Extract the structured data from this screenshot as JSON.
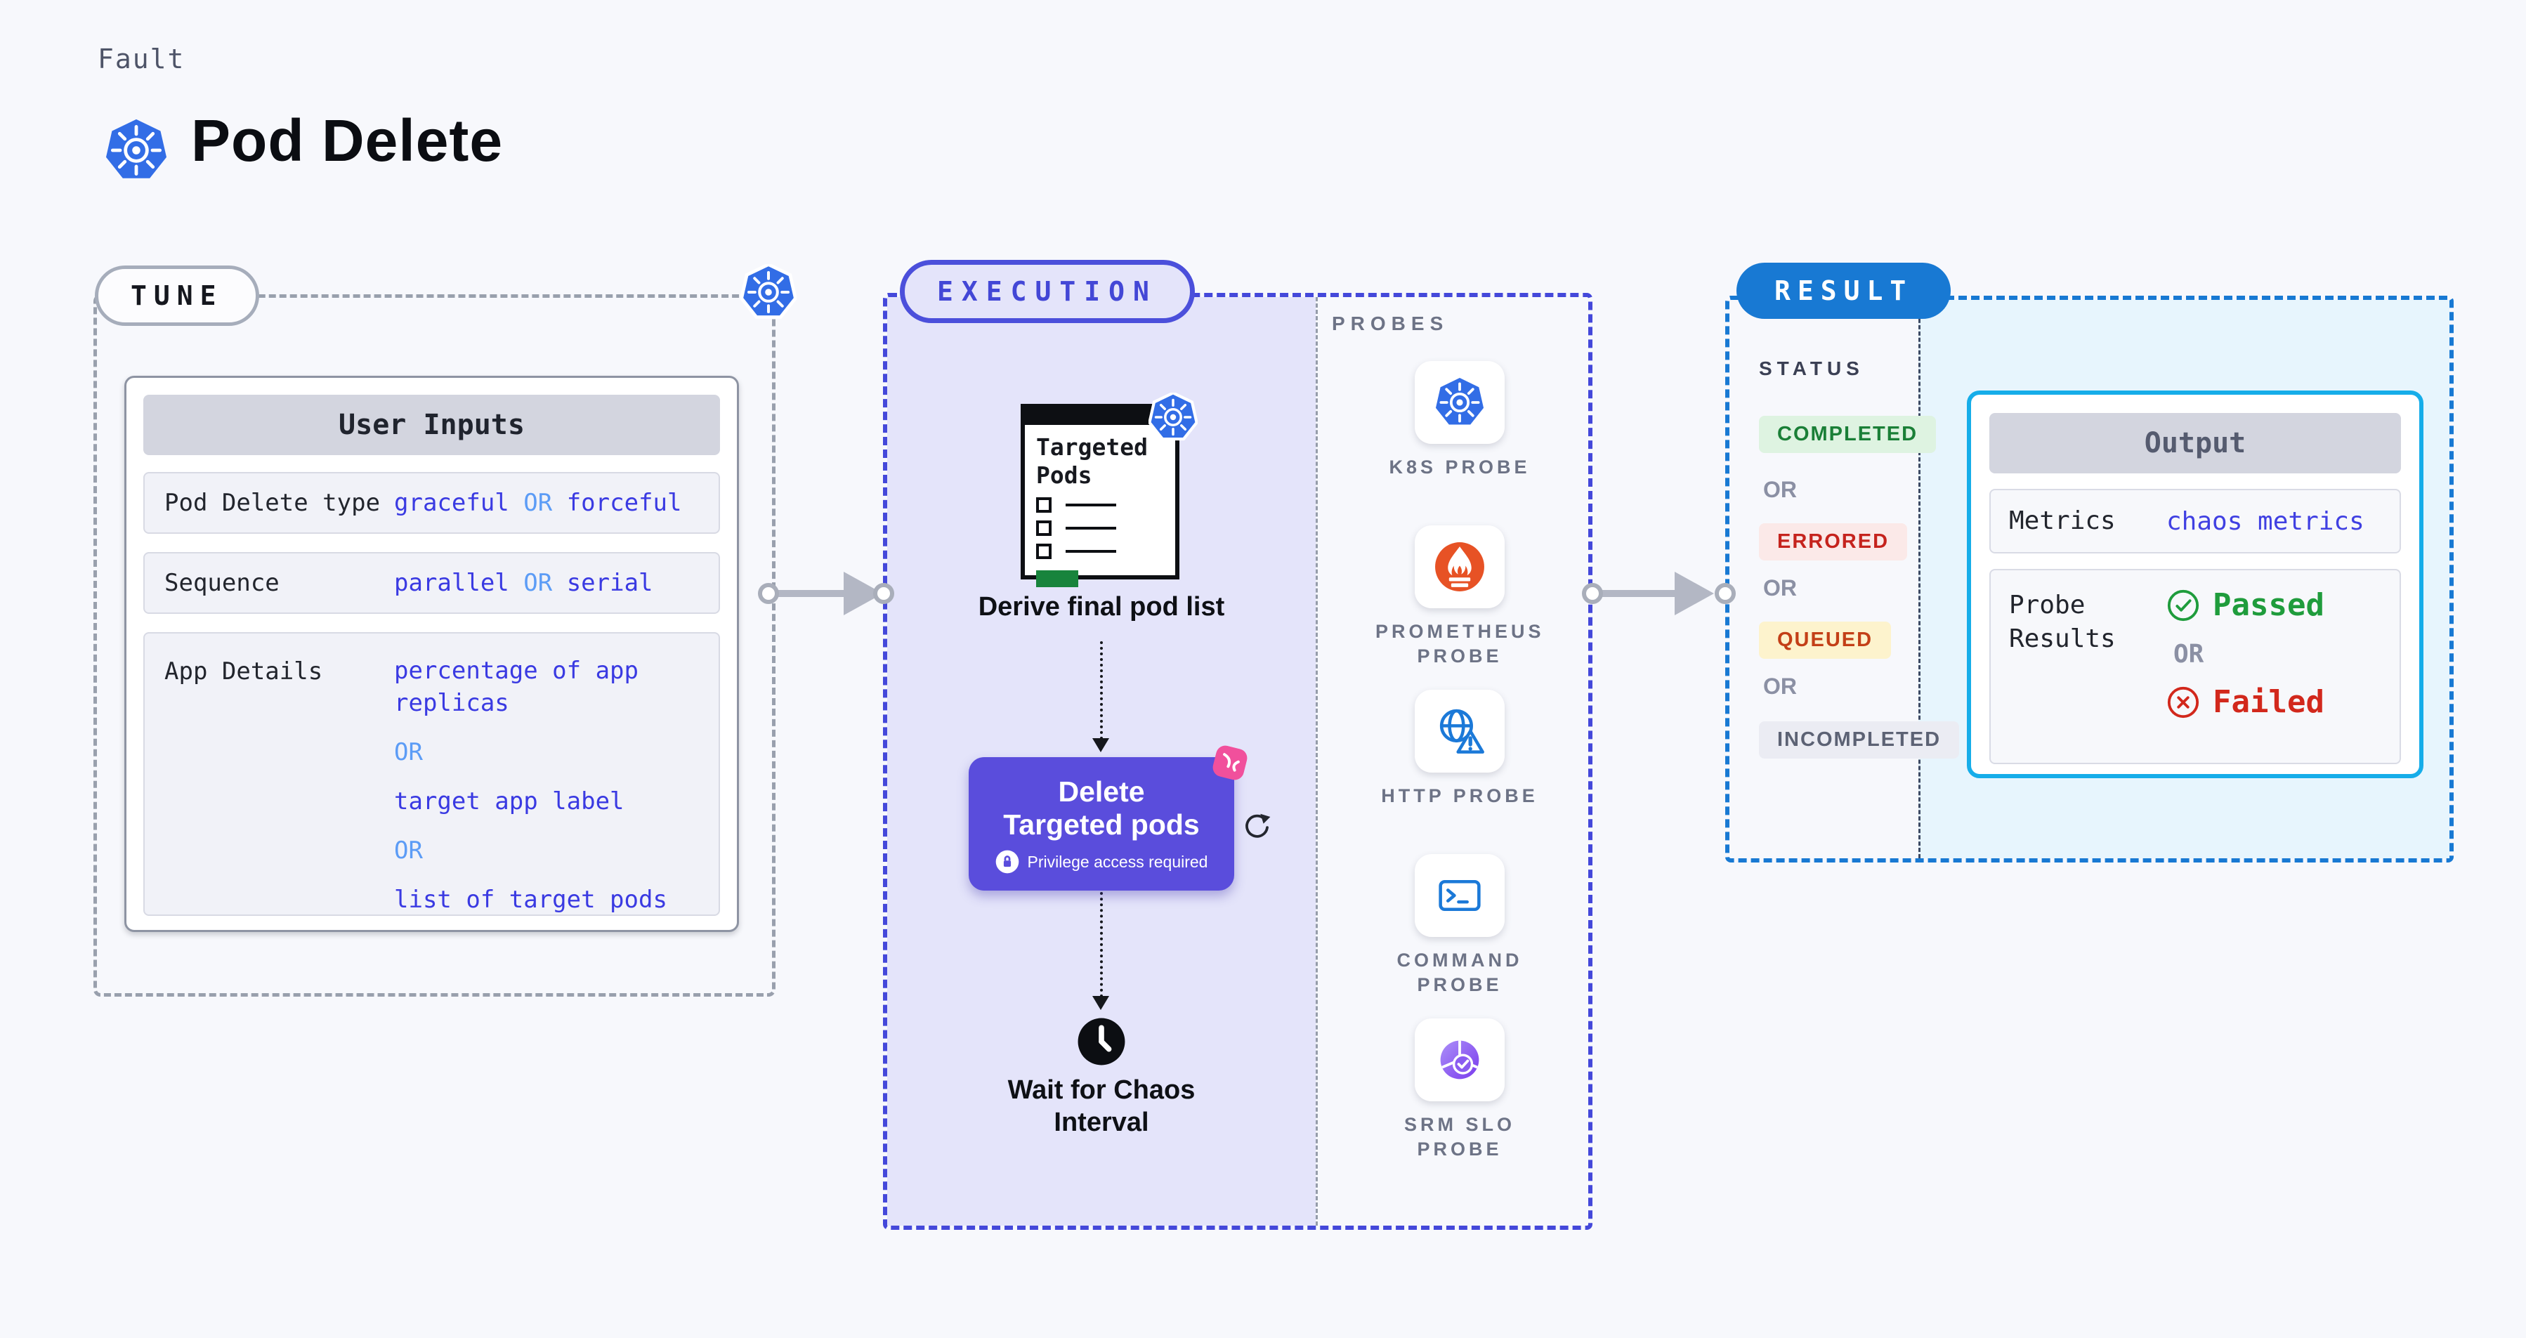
{
  "header": {
    "eyebrow": "Fault",
    "title": "Pod Delete"
  },
  "colors": {
    "kubernetes_blue": "#326de6",
    "execution_accent": "#4347d6",
    "execution_fill": "#e4e4fa",
    "result_accent": "#1879d3",
    "result_fill": "#e7f5fd",
    "output_border": "#16ade9",
    "value_blue": "#3a3ae2",
    "or_blue": "#5c9cf6",
    "delete_button_purple": "#5a4ddc",
    "chaos_pink": "#f1509c",
    "passed_green": "#1f9c3c",
    "failed_red": "#d2281c",
    "completed_green": "#1a7f37",
    "errored_red": "#c5231d",
    "queued_orange": "#c33f17",
    "incompleted_gray": "#5c6274",
    "prometheus_orange": "#e75225"
  },
  "tune": {
    "pill": "TUNE",
    "user_inputs": {
      "title": "User Inputs",
      "rows": [
        {
          "label": "Pod Delete type",
          "option1": "graceful",
          "or": "OR",
          "option2": "forceful"
        },
        {
          "label": "Sequence",
          "option1": "parallel",
          "or": "OR",
          "option2": "serial"
        },
        {
          "label": "App Details",
          "option1": "percentage of app replicas",
          "or1": "OR",
          "option2": "target app label",
          "or2": "OR",
          "option3": "list of target pods"
        }
      ]
    }
  },
  "execution": {
    "pill": "EXECUTION",
    "targeted_pods": {
      "title": "Targeted Pods"
    },
    "derive_label": "Derive final pod list",
    "delete_button": {
      "label": "Delete Targeted pods",
      "privilege": "Privilege access required"
    },
    "wait_label": "Wait for Chaos Interval",
    "probes": {
      "title": "PROBES",
      "items": [
        {
          "label": "K8S PROBE",
          "icon": "kubernetes-icon"
        },
        {
          "label": "PROMETHEUS PROBE",
          "icon": "prometheus-icon"
        },
        {
          "label": "HTTP PROBE",
          "icon": "globe-alert-icon"
        },
        {
          "label": "COMMAND PROBE",
          "icon": "terminal-icon"
        },
        {
          "label": "SRM SLO PROBE",
          "icon": "slo-gauge-check-icon"
        }
      ]
    }
  },
  "result": {
    "pill": "RESULT",
    "status": {
      "title": "STATUS",
      "or": "OR",
      "badges": [
        {
          "label": "COMPLETED",
          "fg": "#1a7f37",
          "bg": "#def3e1"
        },
        {
          "label": "ERRORED",
          "fg": "#c5231d",
          "bg": "#fbe9e8"
        },
        {
          "label": "QUEUED",
          "fg": "#c33f17",
          "bg": "#fdf3cd"
        },
        {
          "label": "INCOMPLETED",
          "fg": "#5c6274",
          "bg": "#ebecf3"
        }
      ]
    },
    "output": {
      "title": "Output",
      "metrics_label": "Metrics",
      "metrics_value": "chaos metrics",
      "probe_results_label": "Probe Results",
      "passed": "Passed",
      "or": "OR",
      "failed": "Failed"
    }
  }
}
